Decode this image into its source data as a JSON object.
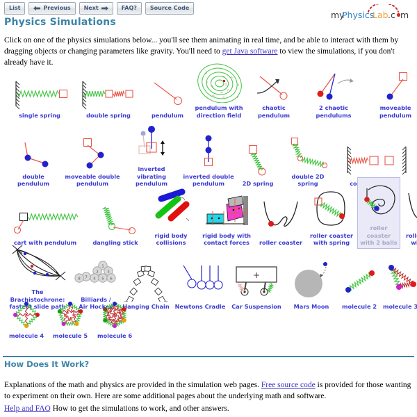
{
  "nav": {
    "buttons": [
      {
        "label": "List",
        "icon": "none"
      },
      {
        "label": "Previous",
        "icon": "arrow-left"
      },
      {
        "label": "Next",
        "icon": "arrow-right"
      },
      {
        "label": "FAQ?",
        "icon": "none"
      },
      {
        "label": "Source Code",
        "icon": "none"
      }
    ]
  },
  "logo": {
    "part_my": "my",
    "part_physics": "Physics",
    "part_lab": "Lab",
    "part_dot": ".c",
    "part_om": "m",
    "colors": {
      "my": "#3a3a3a",
      "physics": "#2d7fc1",
      "lab": "#e8a33d",
      "dotcom": "#3a3a3a",
      "arc": "#cf2b2b"
    }
  },
  "header": {
    "title": "Physics Simulations",
    "title_color": "#3c84a8"
  },
  "intro": {
    "text_before": "Click on one of the physics simulations below... you'll see them animating in real time, and be able to interact with them by dragging objects or changing parameters like gravity. You'll need to ",
    "link": "get Java software",
    "text_after": " to view the simulations, if you don't already have it."
  },
  "simulations": {
    "rows": [
      [
        {
          "label": "single spring",
          "thumb": "single-spring",
          "selected": false,
          "w": 98
        },
        {
          "label": "double spring",
          "thumb": "double-spring",
          "selected": false,
          "w": 100
        },
        {
          "label": "pendulum",
          "thumb": "pendulum",
          "selected": false,
          "w": 70
        },
        {
          "label": "pendulum with\ndirection field",
          "thumb": "direction-field",
          "selected": false,
          "w": 78
        },
        {
          "label": "chaotic pendulum",
          "thumb": "chaotic-pendulum",
          "selected": false,
          "w": 80
        },
        {
          "label": "2 chaotic pendulums",
          "thumb": "two-chaotic-pendulums",
          "selected": false,
          "w": 92
        },
        {
          "label": "moveable pendulum",
          "thumb": "moveable-pendulum",
          "selected": false,
          "w": 86
        }
      ],
      [
        {
          "label": "double pendulum",
          "thumb": "double-pendulum",
          "selected": false,
          "w": 84
        },
        {
          "label": "moveable double\npendulum",
          "thumb": "moveable-double-pendulum",
          "selected": false,
          "w": 86
        },
        {
          "label": "inverted vibrating\npendulum",
          "thumb": "inverted-vibrating-pendulum",
          "selected": false,
          "w": 84
        },
        {
          "label": "inverted double\npendulum",
          "thumb": "inverted-double-pendulum",
          "selected": false,
          "w": 80
        },
        {
          "label": "2D spring",
          "thumb": "spring-2d",
          "selected": false,
          "w": 62
        },
        {
          "label": "double 2D spring",
          "thumb": "double-spring-2d",
          "selected": false,
          "w": 82
        },
        {
          "label": "colliding blocks",
          "thumb": "colliding-blocks",
          "selected": false,
          "w": 110
        }
      ],
      [
        {
          "label": "cart with pendulum",
          "thumb": "cart-with-pendulum",
          "selected": false,
          "w": 118
        },
        {
          "label": "dangling stick",
          "thumb": "dangling-stick",
          "selected": false,
          "w": 84
        },
        {
          "label": "rigid body\ncollisions",
          "thumb": "rigid-body-collisions",
          "selected": false,
          "w": 76
        },
        {
          "label": "rigid body with\ncontact forces",
          "thumb": "rigid-body-contact-forces",
          "selected": false,
          "w": 84
        },
        {
          "label": "roller coaster",
          "thumb": "roller-coaster",
          "selected": false,
          "w": 72
        },
        {
          "label": "roller coaster\nwith spring",
          "thumb": "roller-coaster-spring",
          "selected": false,
          "w": 74
        },
        {
          "label": "roller coaster\nwith 2 balls",
          "thumb": "roller-coaster-2-balls",
          "selected": true,
          "w": 62
        },
        {
          "label": "roller coaster\nwith flight",
          "thumb": "roller-coaster-flight",
          "selected": false,
          "w": 78
        }
      ],
      [
        {
          "label": "The Brachistochrone:\nfastest slide path",
          "thumb": "brachistochrone",
          "selected": false,
          "w": 100
        },
        {
          "label": "Billiards /\nAir Hockey",
          "thumb": "billiards",
          "selected": false,
          "w": 68
        },
        {
          "label": "Hanging Chain",
          "thumb": "hanging-chain",
          "selected": false,
          "w": 76
        },
        {
          "label": "Newtons Cradle",
          "thumb": "newtons-cradle",
          "selected": false,
          "w": 80
        },
        {
          "label": "Car Suspension",
          "thumb": "car-suspension",
          "selected": false,
          "w": 82
        },
        {
          "label": "Mars Moon",
          "thumb": "mars-moon",
          "selected": false,
          "w": 76
        },
        {
          "label": "molecule 2",
          "thumb": "molecule-2",
          "selected": false,
          "w": 62
        },
        {
          "label": "molecule 3",
          "thumb": "molecule-3",
          "selected": false,
          "w": 56
        }
      ],
      [
        {
          "label": "molecule 4",
          "thumb": "molecule-4",
          "selected": false,
          "w": 64
        },
        {
          "label": "molecule 5",
          "thumb": "molecule-5",
          "selected": false,
          "w": 62
        },
        {
          "label": "molecule 6",
          "thumb": "molecule-6",
          "selected": false,
          "w": 66
        }
      ]
    ]
  },
  "section2": {
    "title": "How Does It Work?",
    "para1_before": "Explanations of the math and physics are provided in the simulation web pages. ",
    "para1_link": "Free source code",
    "para1_after": " is provided for those wanting to experiment on their own. Here are some additional pages about the underlying math and software.",
    "para2_link": "Help and FAQ",
    "para2_after": " How to get the simulations to work, and other answers."
  }
}
